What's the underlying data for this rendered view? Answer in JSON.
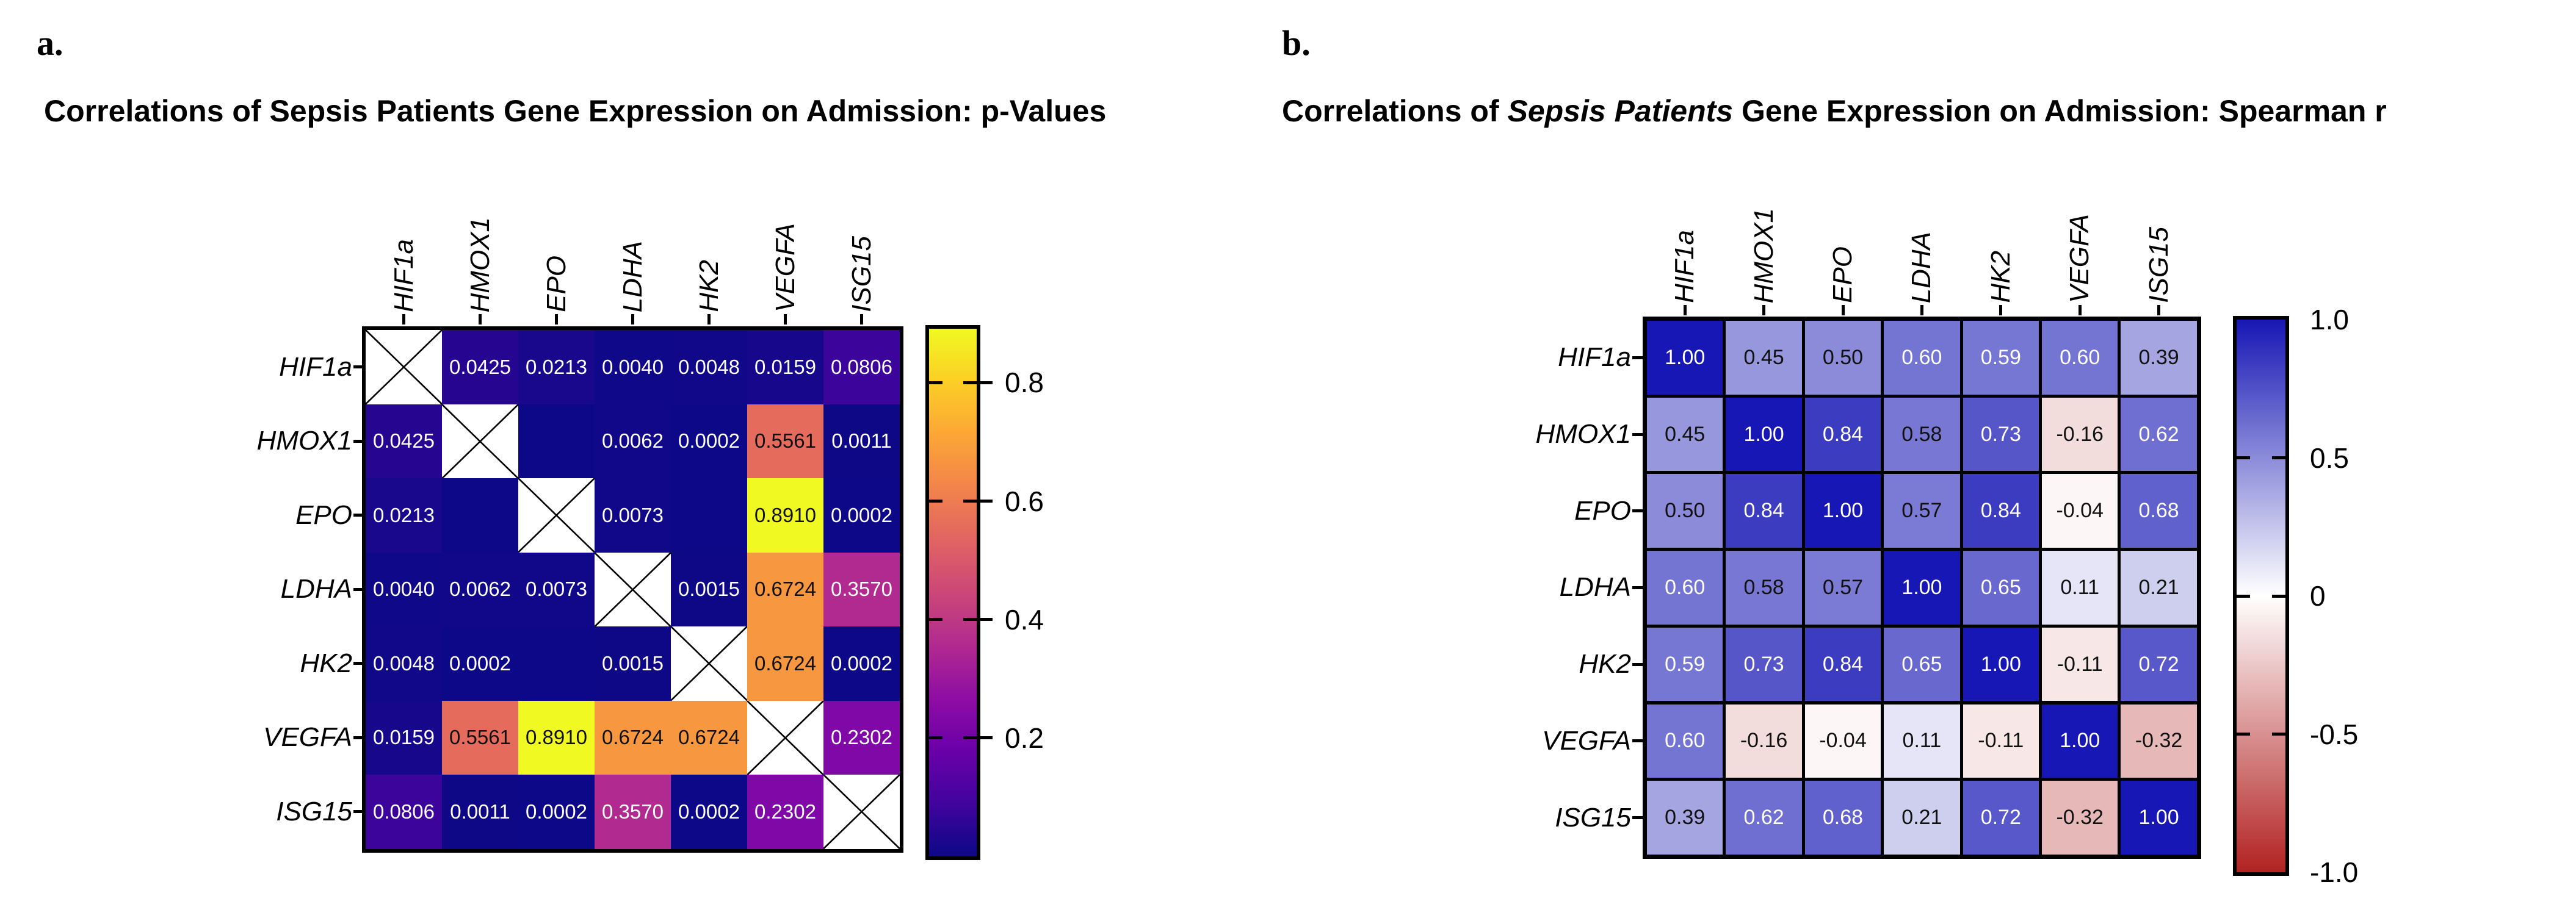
{
  "figure": {
    "genes": [
      "HIF1a",
      "HMOX1",
      "EPO",
      "LDHA",
      "HK2",
      "VEGFA",
      "ISG15"
    ]
  },
  "panels": [
    {
      "id": "a",
      "label": "a.",
      "title_parts": [
        {
          "text": "Correlations of Sepsis Patients Gene Expression on Admission: p-Values",
          "italic": false
        }
      ],
      "genes": [
        "HIF1a",
        "HMOX1",
        "EPO",
        "LDHA",
        "HK2",
        "VEGFA",
        "ISG15"
      ],
      "cells": [
        [
          "X",
          "0.0425",
          "0.0213",
          "0.0040",
          "0.0048",
          "0.0159",
          "0.0806"
        ],
        [
          "0.0425",
          "X",
          "",
          "0.0062",
          "0.0002",
          "0.5561",
          "0.0011"
        ],
        [
          "0.0213",
          "",
          "X",
          "0.0073",
          "",
          "0.8910",
          "0.0002"
        ],
        [
          "0.0040",
          "0.0062",
          "0.0073",
          "X",
          "0.0015",
          "0.6724",
          "0.3570"
        ],
        [
          "0.0048",
          "0.0002",
          "",
          "0.0015",
          "X",
          "0.6724",
          "0.0002"
        ],
        [
          "0.0159",
          "0.5561",
          "0.8910",
          "0.6724",
          "0.6724",
          "X",
          "0.2302"
        ],
        [
          "0.0806",
          "0.0011",
          "0.0002",
          "0.3570",
          "0.0002",
          "0.2302",
          "X"
        ]
      ],
      "colorbar_labels": [
        "0.8",
        "0.6",
        "0.4",
        "0.2"
      ]
    },
    {
      "id": "b",
      "label": "b.",
      "title_parts": [
        {
          "text": "Correlations of ",
          "italic": false
        },
        {
          "text": "Sepsis Patients",
          "italic": true
        },
        {
          "text": " Gene Expression on Admission: Spearman r",
          "italic": false
        }
      ],
      "genes": [
        "HIF1a",
        "HMOX1",
        "EPO",
        "LDHA",
        "HK2",
        "VEGFA",
        "ISG15"
      ],
      "cells": [
        [
          "1.00",
          "0.45",
          "0.50",
          "0.60",
          "0.59",
          "0.60",
          "0.39"
        ],
        [
          "0.45",
          "1.00",
          "0.84",
          "0.58",
          "0.73",
          "-0.16",
          "0.62"
        ],
        [
          "0.50",
          "0.84",
          "1.00",
          "0.57",
          "0.84",
          "-0.04",
          "0.68"
        ],
        [
          "0.60",
          "0.58",
          "0.57",
          "1.00",
          "0.65",
          "0.11",
          "0.21"
        ],
        [
          "0.59",
          "0.73",
          "0.84",
          "0.65",
          "1.00",
          "-0.11",
          "0.72"
        ],
        [
          "0.60",
          "-0.16",
          "-0.04",
          "0.11",
          "-0.11",
          "1.00",
          "-0.32"
        ],
        [
          "0.39",
          "0.62",
          "0.68",
          "0.21",
          "0.72",
          "-0.32",
          "1.00"
        ]
      ],
      "colorbar_labels": [
        "1.0",
        "0.5",
        "0",
        "-0.5",
        "-1.0"
      ]
    }
  ],
  "chart_data": [
    {
      "type": "heatmap",
      "title": "Correlations of Sepsis Patients Gene Expression on Admission: p-Values",
      "x_labels": [
        "HIF1a",
        "HMOX1",
        "EPO",
        "LDHA",
        "HK2",
        "VEGFA",
        "ISG15"
      ],
      "y_labels": [
        "HIF1a",
        "HMOX1",
        "EPO",
        "LDHA",
        "HK2",
        "VEGFA",
        "ISG15"
      ],
      "values": [
        [
          null,
          0.0425,
          0.0213,
          0.004,
          0.0048,
          0.0159,
          0.0806
        ],
        [
          0.0425,
          null,
          null,
          0.0062,
          0.0002,
          0.5561,
          0.0011
        ],
        [
          0.0213,
          null,
          null,
          0.0073,
          null,
          0.891,
          0.0002
        ],
        [
          0.004,
          0.0062,
          0.0073,
          null,
          0.0015,
          0.6724,
          0.357
        ],
        [
          0.0048,
          0.0002,
          null,
          0.0015,
          null,
          0.6724,
          0.0002
        ],
        [
          0.0159,
          0.5561,
          0.891,
          0.6724,
          0.6724,
          null,
          0.2302
        ],
        [
          0.0806,
          0.0011,
          0.0002,
          0.357,
          0.0002,
          0.2302,
          null
        ]
      ],
      "diagonal": "crossed-out (X), excluded",
      "blank_cells": "HMOX1-EPO and EPO-HK2 pairs shown as empty dark cells",
      "colorbar_ticks": [
        0.2,
        0.4,
        0.6,
        0.8
      ],
      "colorbar_range": [
        0,
        0.891
      ],
      "colormap": {
        "name": "plasma",
        "anchors": [
          "#0d0887",
          "#41049d",
          "#6a00a8",
          "#8f0da4",
          "#b12a90",
          "#cc4778",
          "#e16462",
          "#f2844b",
          "#fca636",
          "#fcce25",
          "#f0f921"
        ]
      },
      "value_label_black_if_at_least": 0.55,
      "legend_position": "right",
      "grid": false
    },
    {
      "type": "heatmap",
      "title": "Correlations of Sepsis Patients Gene Expression on Admission: Spearman r",
      "x_labels": [
        "HIF1a",
        "HMOX1",
        "EPO",
        "LDHA",
        "HK2",
        "VEGFA",
        "ISG15"
      ],
      "y_labels": [
        "HIF1a",
        "HMOX1",
        "EPO",
        "LDHA",
        "HK2",
        "VEGFA",
        "ISG15"
      ],
      "values": [
        [
          1.0,
          0.45,
          0.5,
          0.6,
          0.59,
          0.6,
          0.39
        ],
        [
          0.45,
          1.0,
          0.84,
          0.58,
          0.73,
          -0.16,
          0.62
        ],
        [
          0.5,
          0.84,
          1.0,
          0.57,
          0.84,
          -0.04,
          0.68
        ],
        [
          0.6,
          0.58,
          0.57,
          1.0,
          0.65,
          0.11,
          0.21
        ],
        [
          0.59,
          0.73,
          0.84,
          0.65,
          1.0,
          -0.11,
          0.72
        ],
        [
          0.6,
          -0.16,
          -0.04,
          0.11,
          -0.11,
          1.0,
          -0.32
        ],
        [
          0.39,
          0.62,
          0.68,
          0.21,
          0.72,
          -0.32,
          1.0
        ]
      ],
      "colorbar_ticks": [
        -1.0,
        -0.5,
        0,
        0.5,
        1.0
      ],
      "colorbar_range": [
        -1,
        1
      ],
      "colormap": {
        "name": "blue-white-red",
        "blue": "#1717b5",
        "white": "#ffffff",
        "red": "#b22222"
      },
      "value_label_white_if_at_least": 0.585,
      "legend_position": "right",
      "grid": true
    }
  ]
}
